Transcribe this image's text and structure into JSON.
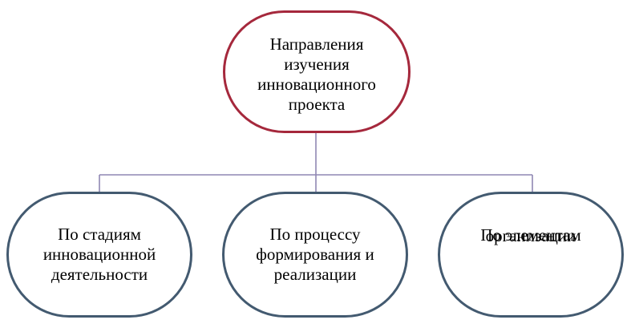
{
  "root": {
    "label_lines": [
      "Направления",
      "изучения",
      "инновационного",
      "проекта"
    ]
  },
  "children": [
    {
      "label_lines": [
        "По стадиям",
        "инновационной",
        "деятельности"
      ]
    },
    {
      "label_lines": [
        "По процессу",
        "формирования и",
        "реализации"
      ]
    },
    {
      "label_lines": [
        "По элементам",
        "организации"
      ]
    }
  ],
  "colors": {
    "root_border": "#a5283c",
    "child_border": "#435a70",
    "connector": "#8f87b3"
  }
}
